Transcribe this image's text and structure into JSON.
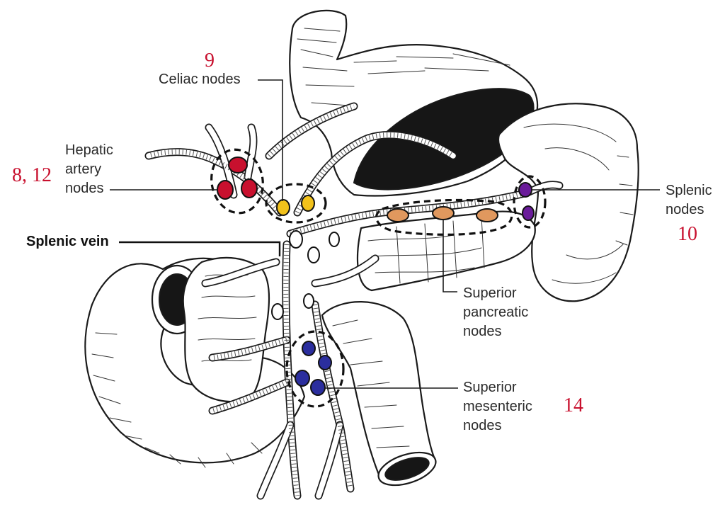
{
  "labels": {
    "celiac": "Celiac nodes",
    "hepatic": "Hepatic\nartery\nnodes",
    "splenic_vein": "Splenic vein",
    "splenic_nodes": "Splenic\nnodes",
    "superior_pancreatic": "Superior\npancreatic\nnodes",
    "superior_mesenteric": "Superior\nmesenteric\nnodes"
  },
  "station_numbers": {
    "celiac": "9",
    "hepatic": "8, 12",
    "splenic": "10",
    "superior_mesenteric": "14"
  },
  "node_colors": {
    "hepatic": "#c8102e",
    "celiac": "#f2c21b",
    "splenic_vein_nodes": "#ffffff",
    "superior_pancreatic": "#e0985e",
    "splenic": "#6a1b9a",
    "superior_mesenteric": "#2b2e9e",
    "station_number_text": "#c8102e"
  }
}
